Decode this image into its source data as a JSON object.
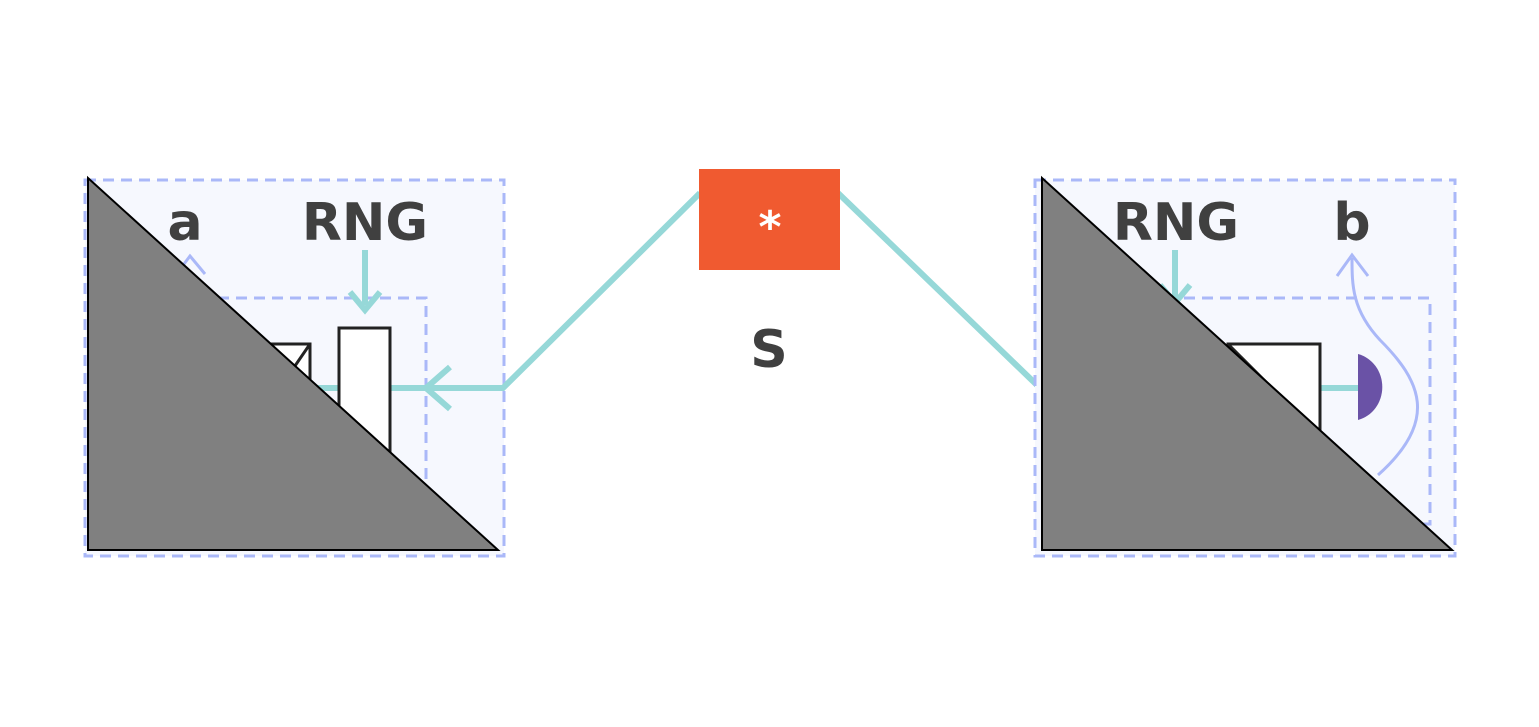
{
  "source": {
    "label": "S",
    "symbol": "*",
    "color": "#f05a30"
  },
  "left_station": {
    "output_label": "a",
    "rng_label": "RNG"
  },
  "right_station": {
    "output_label": "b",
    "rng_label": "RNG"
  },
  "colors": {
    "beam": "#96d8d8",
    "box_border": "#aab8f8",
    "box_fill": "#f6f8fe",
    "occluder": "#808080",
    "detector": "#6a52a6",
    "text": "#404040"
  }
}
